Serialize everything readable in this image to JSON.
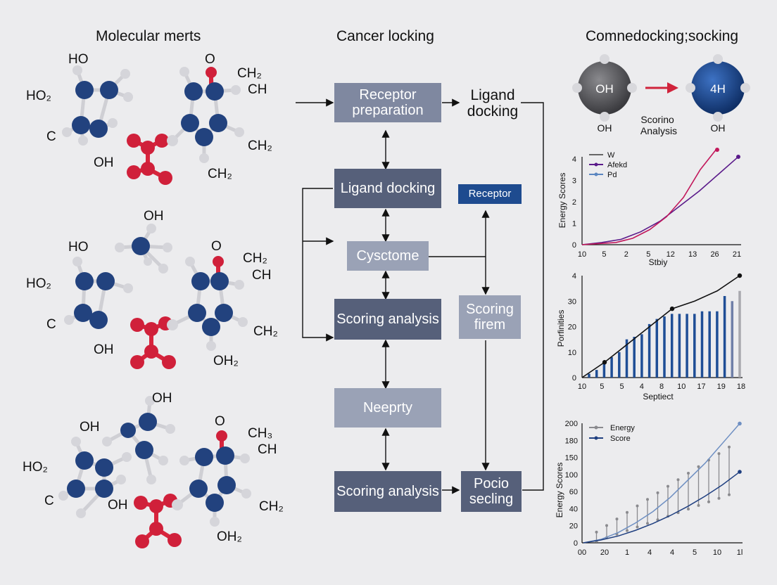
{
  "titles": {
    "left": "Molecular merts",
    "middle": "Cancer locking",
    "right": "Comnedocking;socking"
  },
  "molecules": [
    {
      "labels": [
        "HO",
        "HO₂",
        "C",
        "OH",
        "O",
        "CH₂",
        "CH",
        "CH₂",
        "CH₂"
      ]
    },
    {
      "labels": [
        "OH",
        "HO",
        "HO₂",
        "C",
        "OH",
        "O",
        "CH₂",
        "CH",
        "CH₂",
        "OH₂"
      ]
    },
    {
      "labels": [
        "OH",
        "OH",
        "HO₂",
        "C",
        "OH",
        "O",
        "CH₃",
        "CH",
        "CH₂",
        "OH₂"
      ]
    }
  ],
  "flow": {
    "receptor_preparation": "Receptor preparation",
    "ligand_docking_top": "Ligand docking",
    "ligand_docking": "Ligand docking",
    "receptor": "Receptor",
    "cyscotome": "Cysctome",
    "scoring_analysis_1": "Scoring analysis",
    "scoring_firem": "Scoring firem",
    "neeprty": "Neeprty",
    "scoring_analysis_2": "Scoring analysis",
    "pocio_secling": "Pocio secling"
  },
  "spheres": {
    "left_label": "OH",
    "left_caption": "OH",
    "right_label": "4H",
    "right_caption": "OH",
    "middle_caption": "Scorino Analysis",
    "colors": {
      "left": "#5a5a5e",
      "right": "#1f4e96",
      "arrow": "#d0233b"
    }
  },
  "chart_data": [
    {
      "type": "line",
      "ylabel": "Energy Scores",
      "xlabel": "Stbiy",
      "x_ticks": [
        "10",
        "5",
        "2",
        "5",
        "12",
        "13",
        "26",
        "21"
      ],
      "y_ticks": [
        "0",
        "1",
        "2",
        "3",
        "4"
      ],
      "ylim": [
        0,
        4
      ],
      "legend": [
        "W",
        "Afekd",
        "Pd"
      ],
      "series": [
        {
          "name": "Afekd",
          "color": "#5a1a8a",
          "values": [
            0,
            0.1,
            0.25,
            0.6,
            1.1,
            1.8,
            2.5,
            3.3,
            4.1
          ]
        },
        {
          "name": "W",
          "color": "#c2185b",
          "values": [
            0,
            0.05,
            0.1,
            0.3,
            0.7,
            1.3,
            2.2,
            3.5,
            4.5
          ]
        }
      ]
    },
    {
      "type": "bar",
      "ylabel": "Porfinities",
      "xlabel": "Septiect",
      "x_ticks": [
        "10",
        "5",
        "5",
        "4",
        "8",
        "10",
        "17",
        "19",
        "18"
      ],
      "y_ticks": [
        "0",
        "10",
        "20",
        "30",
        "4"
      ],
      "ylim": [
        0,
        40
      ],
      "bars": [
        1.5,
        3,
        6,
        8,
        10,
        15,
        16,
        17,
        21,
        23,
        24,
        25,
        25,
        25,
        25,
        26,
        26,
        26,
        32,
        30,
        34
      ],
      "line": [
        0,
        6,
        13,
        20,
        27,
        30,
        34,
        40
      ]
    },
    {
      "type": "line",
      "ylabel": "Energy Scores",
      "x_ticks": [
        "00",
        "20",
        "1",
        "4",
        "4",
        "5",
        "10",
        "1l"
      ],
      "y_ticks": [
        "0",
        "20",
        "40",
        "60",
        "100",
        "150",
        "180",
        "200"
      ],
      "ylim": [
        0,
        200
      ],
      "legend": [
        "Energy",
        "Score"
      ],
      "series": [
        {
          "name": "Energy",
          "color": "#6e8fc2",
          "values": [
            0,
            6,
            18,
            35,
            55,
            80,
            110,
            140,
            175,
            210
          ]
        },
        {
          "name": "Score",
          "color": "#1f3f80",
          "values": [
            0,
            5,
            12,
            22,
            34,
            48,
            64,
            82,
            102,
            125
          ]
        }
      ]
    }
  ]
}
